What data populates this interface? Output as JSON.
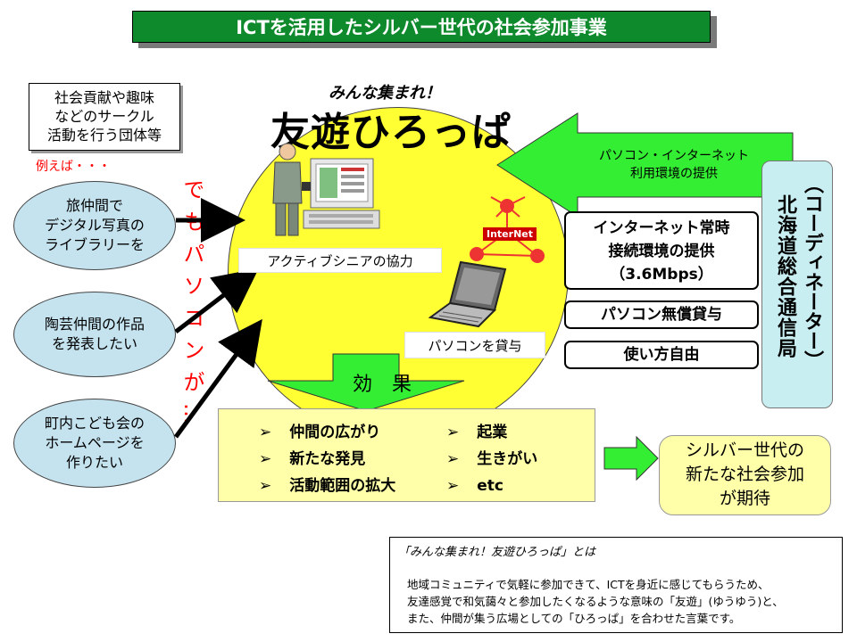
{
  "title": "ICTを活用したシルバー世代の社会参加事業",
  "subtitle": "みんな集まれ！",
  "main_title": "友遊ひろっぱ",
  "top_left_box": [
    "社会貢献や趣味",
    "などのサークル",
    "活動を行う団体等"
  ],
  "example_label": "例えば・・・",
  "ovals": [
    [
      "旅仲間で",
      "デジタル写真の",
      "ライブラリーを"
    ],
    [
      "陶芸仲間の作品",
      "を発表したい"
    ],
    [
      "町内こども会の",
      "ホームページを",
      "作りたい"
    ]
  ],
  "vertical_red_text": "でもパソコンが…",
  "senior_caption": "アクティブシニアの協力",
  "internet_label": "InterNet",
  "pc_caption": "パソコンを貸与",
  "green_arrow_text": [
    "パソコン・インターネット",
    "利用環境の提供"
  ],
  "coordinator": "北海道総合通信局",
  "coordinator_role": "（コーディネーター）",
  "services": {
    "internet": [
      "インターネット常時",
      "接続環境の提供",
      "（3.6Mbps）"
    ],
    "pc_loan": "パソコン無償貸与",
    "free_use": "使い方自由"
  },
  "effect_label": "効　果",
  "effects_left": [
    "仲間の広がり",
    "新たな発見",
    "活動範囲の拡大"
  ],
  "effects_right": [
    "起業",
    "生きがい",
    "etc"
  ],
  "bullet": "➢",
  "outcome": [
    "シルバー世代の",
    "新たな社会参加",
    "が期待"
  ],
  "definition": {
    "heading": "「みんな集まれ！友遊ひろっぱ」とは",
    "lines": [
      "地域コミュニティで気軽に参加できて、ICTを身近に感じてもらうため、",
      "友達感覚で和気藹々と参加したくなるような意味の「友遊」(ゆうゆう)と、",
      "また、仲間が集う広場としての「ひろっぱ」を合わせた言葉です。"
    ]
  },
  "colors": {
    "title_bg": "#0e8a2c",
    "circle": "#ffff33",
    "oval": "#c5e3ef",
    "green_arrow": "#33ee33",
    "effects_bg": "#ffffaa",
    "coordinator_bg": "#c9eef2",
    "red_text": "#ff0000"
  }
}
